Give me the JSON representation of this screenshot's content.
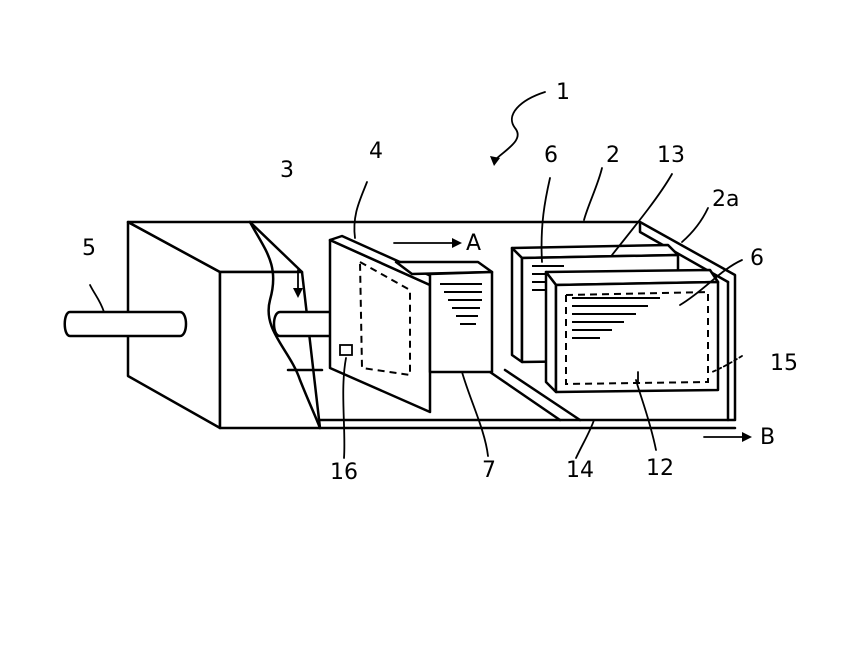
{
  "labels": {
    "device": "1",
    "casing": "2",
    "casing_inner": "2a",
    "arrow_label": "3",
    "plate": "4",
    "rod": "5",
    "card_left": "6",
    "card_right": "6",
    "block": "7",
    "bottom_right": "12",
    "stack": "13",
    "floor": "14",
    "right_mark": "15",
    "plate_mark": "16",
    "dir_a": "A",
    "dir_b": "B"
  },
  "colors": {
    "ink": "#000000",
    "paper": "#ffffff"
  }
}
